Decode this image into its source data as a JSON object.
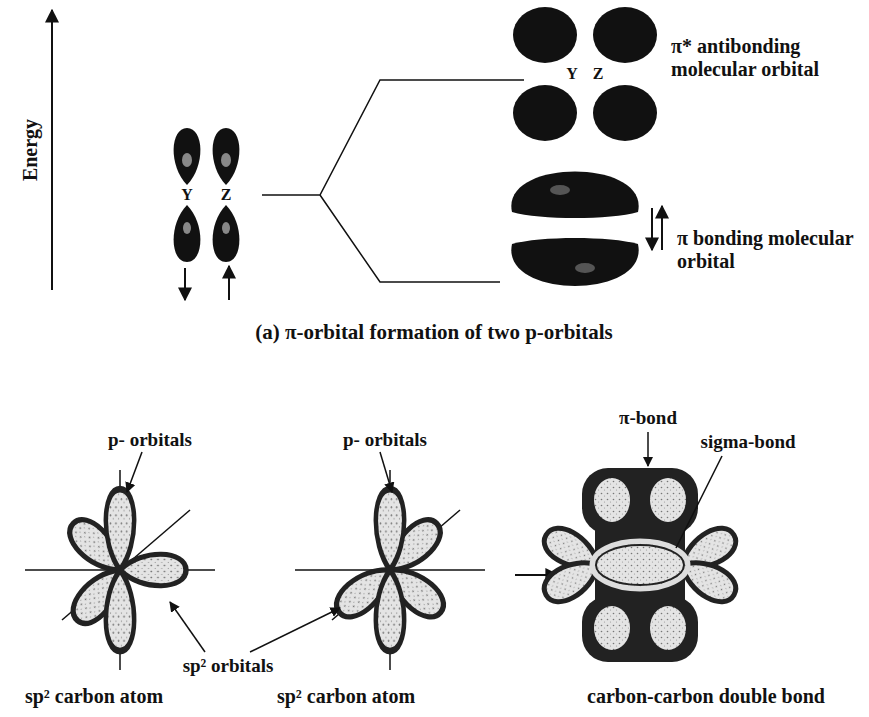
{
  "diagram": {
    "caption": "(a)  π-orbital formation of two p-orbitals",
    "labels": [
      "Energy",
      "Y",
      "Z",
      "Y",
      "Z",
      "π* antibonding molecular orbital",
      "Y",
      "Z",
      "π bonding molecular orbital",
      "p- orbitals",
      "p- orbitals",
      "sp² orbitals",
      "sp² carbon atom",
      "sp² carbon atom",
      "π-bond",
      "sigma-bond",
      "carbon-carbon double bond"
    ]
  }
}
